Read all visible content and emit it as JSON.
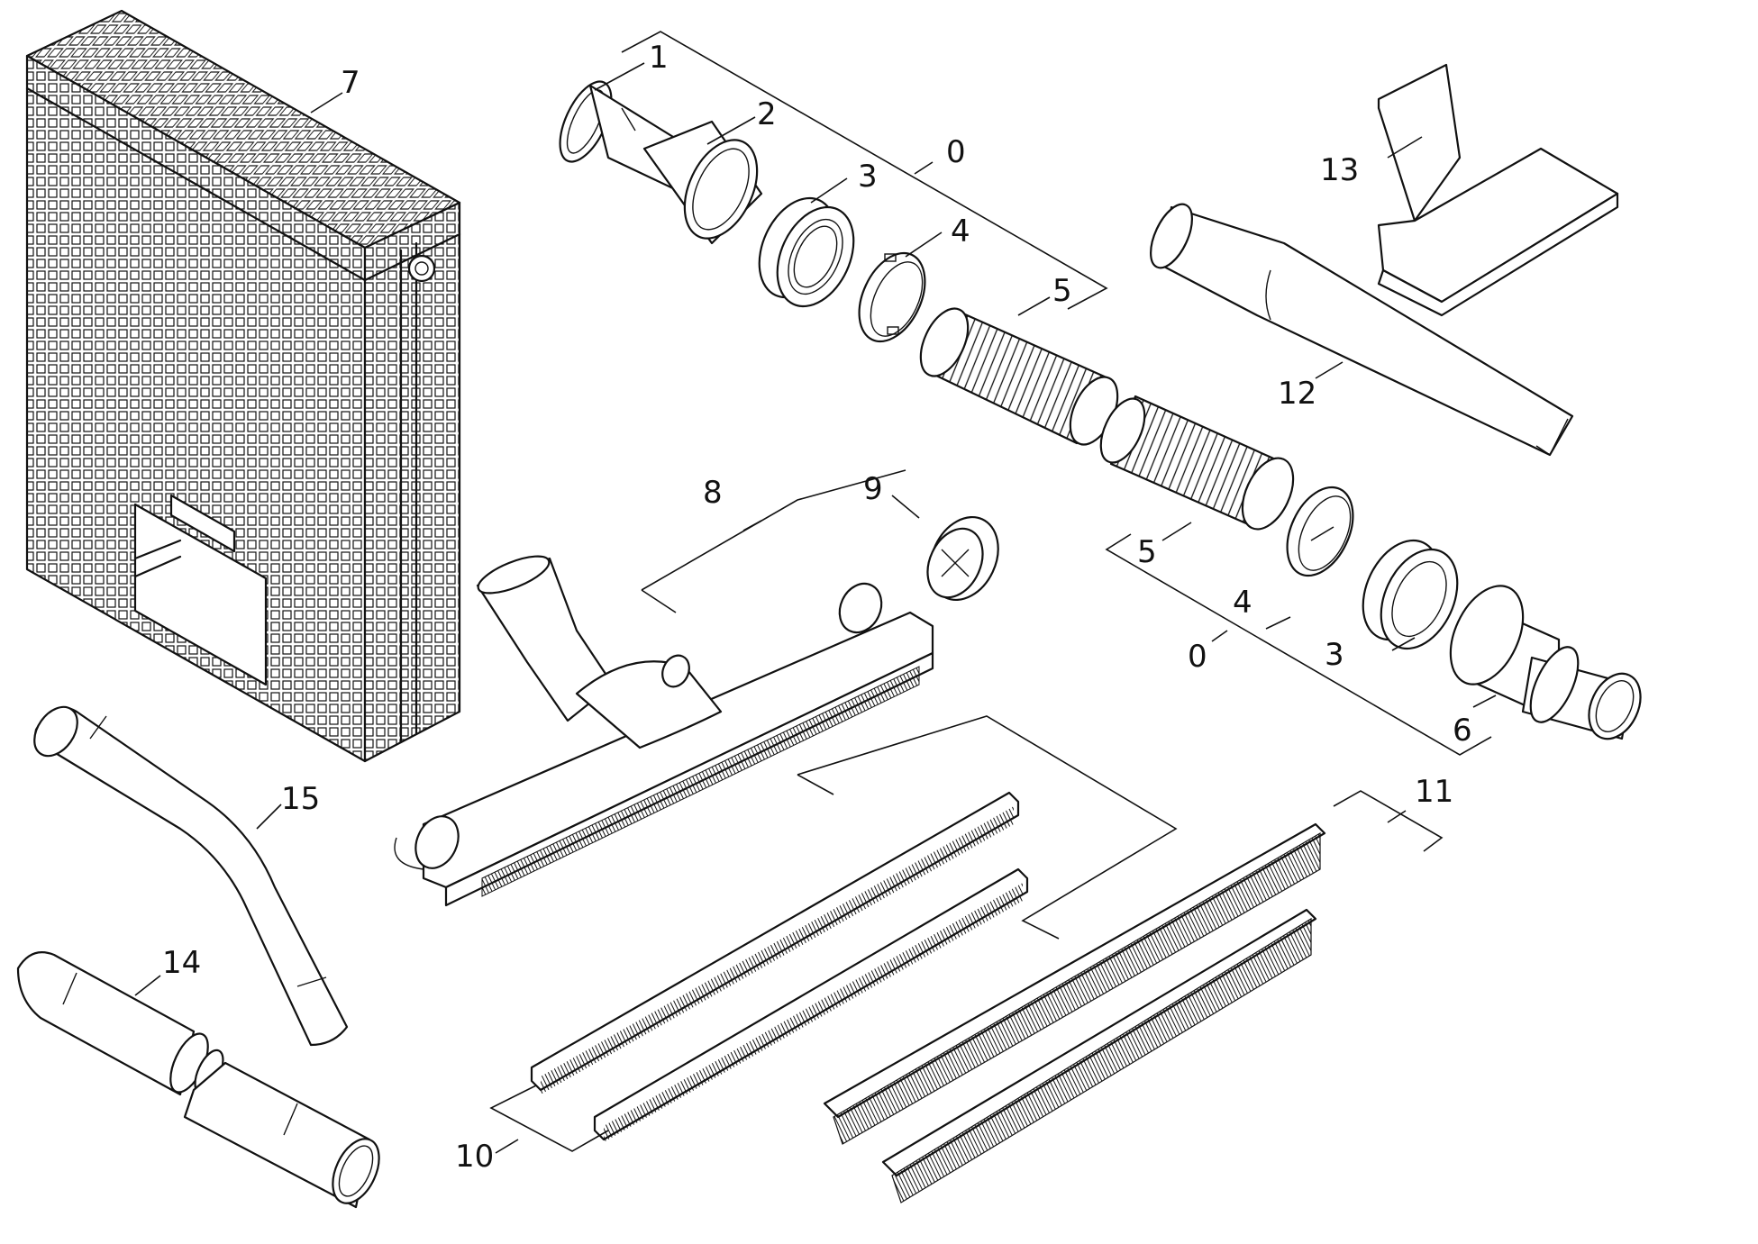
{
  "callouts": {
    "c0a": "0",
    "c0b": "0",
    "c1": "1",
    "c2": "2",
    "c3a": "3",
    "c3b": "3",
    "c4a": "4",
    "c4b": "4",
    "c5a": "5",
    "c5b": "5",
    "c6": "6",
    "c7": "7",
    "c8": "8",
    "c9": "9",
    "c10": "10",
    "c11": "11",
    "c12": "12",
    "c13": "13",
    "c14": "14",
    "c15": "15"
  },
  "colors": {
    "ink": "#111111",
    "paper": "#ffffff"
  }
}
